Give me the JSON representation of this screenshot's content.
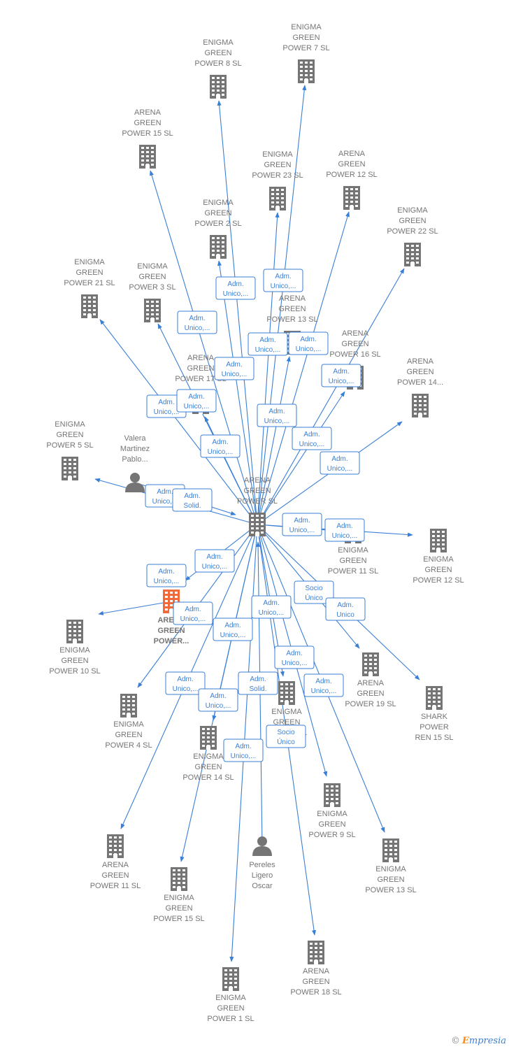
{
  "colors": {
    "edge": "#3a7fd6",
    "company_icon": "#757575",
    "highlight_icon": "#f26a3a",
    "label": "#757575"
  },
  "footer": {
    "copyright": "©",
    "brand_initial": "E",
    "brand_rest": "mpresia"
  },
  "nodes": [
    {
      "id": "center",
      "kind": "company",
      "lines": [
        "ARENA",
        "GREEN",
        "POWER  SL"
      ]
    },
    {
      "id": "eg7",
      "kind": "company",
      "lines": [
        "ENIGMA",
        "GREEN",
        "POWER 7  SL"
      ]
    },
    {
      "id": "eg8",
      "kind": "company",
      "lines": [
        "ENIGMA",
        "GREEN",
        "POWER 8  SL"
      ]
    },
    {
      "id": "ag15a",
      "kind": "company",
      "lines": [
        "ARENA",
        "GREEN",
        "POWER 15  SL"
      ]
    },
    {
      "id": "eg23",
      "kind": "company",
      "lines": [
        "ENIGMA",
        "GREEN",
        "POWER 23  SL"
      ]
    },
    {
      "id": "ag12",
      "kind": "company",
      "lines": [
        "ARENA",
        "GREEN",
        "POWER 12  SL"
      ]
    },
    {
      "id": "eg22",
      "kind": "company",
      "lines": [
        "ENIGMA",
        "GREEN",
        "POWER 22  SL"
      ]
    },
    {
      "id": "eg2",
      "kind": "company",
      "lines": [
        "ENIGMA",
        "GREEN",
        "POWER 2  SL"
      ]
    },
    {
      "id": "eg21",
      "kind": "company",
      "lines": [
        "ENIGMA",
        "GREEN",
        "POWER 21  SL"
      ]
    },
    {
      "id": "eg3",
      "kind": "company",
      "lines": [
        "ENIGMA",
        "GREEN",
        "POWER 3  SL"
      ]
    },
    {
      "id": "ag13",
      "kind": "company",
      "lines": [
        "ARENA",
        "GREEN",
        "POWER 13  SL"
      ]
    },
    {
      "id": "ag16",
      "kind": "company",
      "lines": [
        "ARENA",
        "GREEN",
        "POWER 16  SL"
      ]
    },
    {
      "id": "ag17",
      "kind": "company",
      "lines": [
        "ARENA",
        "GREEN",
        "POWER 17  SL"
      ]
    },
    {
      "id": "ag14",
      "kind": "company",
      "lines": [
        "ARENA",
        "GREEN",
        "POWER 14..."
      ]
    },
    {
      "id": "eg5",
      "kind": "company",
      "lines": [
        "ENIGMA",
        "GREEN",
        "POWER 5  SL"
      ]
    },
    {
      "id": "valera",
      "kind": "person",
      "lines": [
        "Valera",
        "Martinez",
        "Pablo..."
      ]
    },
    {
      "id": "eg11",
      "kind": "company",
      "lines": [
        "ENIGMA",
        "GREEN",
        "POWER 11  SL"
      ]
    },
    {
      "id": "eg12",
      "kind": "company",
      "lines": [
        "ENIGMA",
        "GREEN",
        "POWER 12  SL"
      ]
    },
    {
      "id": "agp",
      "kind": "highlight",
      "lines": [
        "ARENA",
        "GREEN",
        "POWER..."
      ]
    },
    {
      "id": "eg10",
      "kind": "company",
      "lines": [
        "ENIGMA",
        "GREEN",
        "POWER 10  SL"
      ]
    },
    {
      "id": "ag19",
      "kind": "company",
      "lines": [
        "ARENA",
        "GREEN",
        "POWER 19  SL"
      ]
    },
    {
      "id": "shark",
      "kind": "company",
      "lines": [
        "SHARK",
        "POWER",
        "REN 15  SL"
      ]
    },
    {
      "id": "eg4",
      "kind": "company",
      "lines": [
        "ENIGMA",
        "GREEN",
        "POWER 4  SL"
      ]
    },
    {
      "id": "egx",
      "kind": "company",
      "lines": [
        "ENIGMA",
        "GREEN",
        "POWER  SL"
      ]
    },
    {
      "id": "eg14",
      "kind": "company",
      "lines": [
        "ENIGMA",
        "GREEN",
        "POWER 14  SL"
      ]
    },
    {
      "id": "eg9",
      "kind": "company",
      "lines": [
        "ENIGMA",
        "GREEN",
        "POWER 9  SL"
      ]
    },
    {
      "id": "eg13",
      "kind": "company",
      "lines": [
        "ENIGMA",
        "GREEN",
        "POWER 13  SL"
      ]
    },
    {
      "id": "ag11",
      "kind": "company",
      "lines": [
        "ARENA",
        "GREEN",
        "POWER 11  SL"
      ]
    },
    {
      "id": "pereles",
      "kind": "person",
      "lines": [
        "Pereles",
        "Ligero",
        "Oscar"
      ]
    },
    {
      "id": "eg15",
      "kind": "company",
      "lines": [
        "ENIGMA",
        "GREEN",
        "POWER 15  SL"
      ]
    },
    {
      "id": "ag18",
      "kind": "company",
      "lines": [
        "ARENA",
        "GREEN",
        "POWER 18  SL"
      ]
    },
    {
      "id": "eg1",
      "kind": "company",
      "lines": [
        "ENIGMA",
        "GREEN",
        "POWER 1  SL"
      ]
    }
  ],
  "edges": [
    {
      "from": "center",
      "to": "eg7",
      "label": [
        "Adm.",
        "Unico,..."
      ]
    },
    {
      "from": "center",
      "to": "eg8",
      "label": [
        "Adm.",
        "Unico,..."
      ]
    },
    {
      "from": "center",
      "to": "ag15a",
      "label": [
        "Adm.",
        "Unico,..."
      ]
    },
    {
      "from": "center",
      "to": "eg23",
      "label": [
        "Adm.",
        "Unico,..."
      ]
    },
    {
      "from": "center",
      "to": "ag12",
      "label": [
        "Adm.",
        "Unico,..."
      ]
    },
    {
      "from": "center",
      "to": "eg22",
      "label": [
        "Adm.",
        "Unico,..."
      ]
    },
    {
      "from": "center",
      "to": "eg2",
      "label": [
        "Adm.",
        "Unico,..."
      ]
    },
    {
      "from": "center",
      "to": "eg21",
      "label": [
        "Adm.",
        "Unico,..."
      ]
    },
    {
      "from": "center",
      "to": "eg3",
      "label": [
        "Adm.",
        "Unico,..."
      ]
    },
    {
      "from": "center",
      "to": "ag13",
      "label": [
        "Adm.",
        "Unico,..."
      ]
    },
    {
      "from": "center",
      "to": "ag16",
      "label": [
        "Adm.",
        "Unico,..."
      ]
    },
    {
      "from": "center",
      "to": "ag17",
      "label": [
        "Adm.",
        "Unico,..."
      ]
    },
    {
      "from": "center",
      "to": "ag14",
      "label": [
        "Adm.",
        "Unico,..."
      ]
    },
    {
      "from": "center",
      "to": "eg5",
      "label": [
        "Adm.",
        "Unico,..."
      ]
    },
    {
      "from": "valera",
      "to": "center",
      "label": [
        "Adm.",
        "Solid."
      ]
    },
    {
      "from": "center",
      "to": "eg11",
      "label": [
        "Adm.",
        "Unico,..."
      ]
    },
    {
      "from": "center",
      "to": "eg12",
      "label": [
        "Adm.",
        "Unico,..."
      ]
    },
    {
      "from": "center",
      "to": "agp",
      "label": [
        "Adm.",
        "Unico,..."
      ]
    },
    {
      "from": "agp",
      "to": "eg10",
      "label": [
        "Adm.",
        "Unico,..."
      ]
    },
    {
      "from": "center",
      "to": "ag19",
      "label": [
        "Socio",
        "Único"
      ]
    },
    {
      "from": "center",
      "to": "shark",
      "label": [
        "Adm.",
        "Unico"
      ]
    },
    {
      "from": "center",
      "to": "eg4",
      "label": [
        "Adm.",
        "Unico,..."
      ]
    },
    {
      "from": "center",
      "to": "egx",
      "label": [
        "Adm.",
        "Unico,..."
      ]
    },
    {
      "from": "center",
      "to": "eg14",
      "label": [
        "Adm.",
        "Unico,..."
      ]
    },
    {
      "from": "center",
      "to": "eg9",
      "label": [
        "Adm.",
        "Unico,..."
      ]
    },
    {
      "from": "center",
      "to": "eg13",
      "label": [
        "Adm.",
        "Unico,..."
      ]
    },
    {
      "from": "center",
      "to": "ag11",
      "label": [
        "Adm.",
        "Unico,..."
      ]
    },
    {
      "from": "pereles",
      "to": "center",
      "label": [
        "Adm.",
        "Solid."
      ]
    },
    {
      "from": "center",
      "to": "eg15",
      "label": [
        "Adm.",
        "Unico,..."
      ]
    },
    {
      "from": "center",
      "to": "ag18",
      "label": [
        "Socio",
        "Único"
      ]
    },
    {
      "from": "center",
      "to": "eg1",
      "label": [
        "Adm.",
        "Unico,..."
      ]
    }
  ]
}
